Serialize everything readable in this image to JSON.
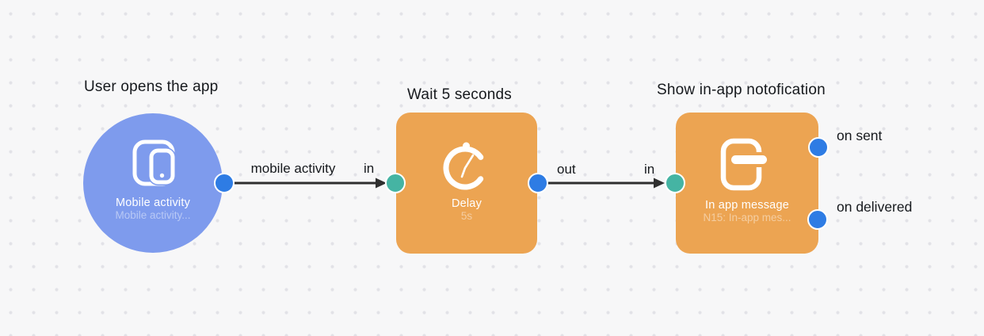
{
  "diagram": {
    "background": {
      "color": "#f7f7f8",
      "dot_color": "#e2e2e7"
    },
    "colors": {
      "node_blue": "#7e9bed",
      "node_orange": "#eca452",
      "port_blue": "#2e7ce4",
      "port_teal": "#45b4a3",
      "edge": "#2f2f2f",
      "text": "#16191d"
    },
    "nodes": [
      {
        "id": "mobile-activity",
        "shape": "circle",
        "color": "#7e9bed",
        "icon": "mobile-activity-icon",
        "title": "User opens the app",
        "label": "Mobile activity",
        "sublabel": "Mobile activity..."
      },
      {
        "id": "delay",
        "shape": "rounded-square",
        "color": "#eca452",
        "icon": "stopwatch-icon",
        "title": "Wait 5 seconds",
        "label": "Delay",
        "sublabel": "5s"
      },
      {
        "id": "in-app-message",
        "shape": "rounded-square",
        "color": "#eca452",
        "icon": "in-app-message-icon",
        "title": "Show in-app notofication",
        "label": "In app message",
        "sublabel": "N15: In-app mes...",
        "outputs": [
          {
            "label": "on sent"
          },
          {
            "label": "on delivered"
          }
        ]
      }
    ],
    "edges": [
      {
        "from": "mobile-activity",
        "to": "delay",
        "label": "mobile activity",
        "target_port": "in"
      },
      {
        "from": "delay",
        "to": "in-app-message",
        "source_port": "out",
        "target_port": "in"
      }
    ]
  }
}
